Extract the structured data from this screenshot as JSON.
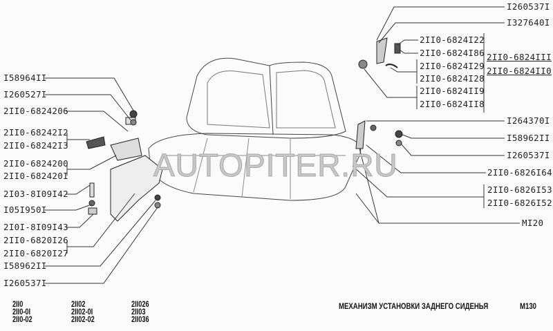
{
  "watermark": "AUTOPITER.RU",
  "left_labels": [
    "I58964II",
    "I260527I",
    "2II0-6824206",
    "2II0-68242I2",
    "2II0-68242I3",
    "2II0-6824200",
    "2II0-682420I",
    "2I03-8I09I42",
    "I05I950I",
    "2I0I-8I09I43",
    "2II0-6820I26",
    "2II0-6820I27",
    "I58962II",
    "I260537I"
  ],
  "right_labels": [
    "I260537I",
    "I327640I",
    "2II0-6824I22",
    "2II0-6824I86",
    "2II0-6824I29",
    "2II0-6824I28",
    "2II0-6824II9",
    "2II0-6824II8",
    "2II0-6824III",
    "2II0-6824II0",
    "I264370I",
    "I58962II",
    "I260537I",
    "2II0-6826I64",
    "2II0-6826I53",
    "2II0-6826I52",
    "MI20"
  ],
  "footer": {
    "models": [
      [
        "2II0",
        "2II0-0I",
        "2II0-02"
      ],
      [
        "2II02",
        "2II02-0I",
        "2II02-02"
      ],
      [
        "2II026",
        "2II03",
        "2II036"
      ]
    ],
    "title": "МЕХАНИЗМ УСТАНОВКИ ЗАДНЕГО СИДЕНЬЯ",
    "code": "M130"
  }
}
